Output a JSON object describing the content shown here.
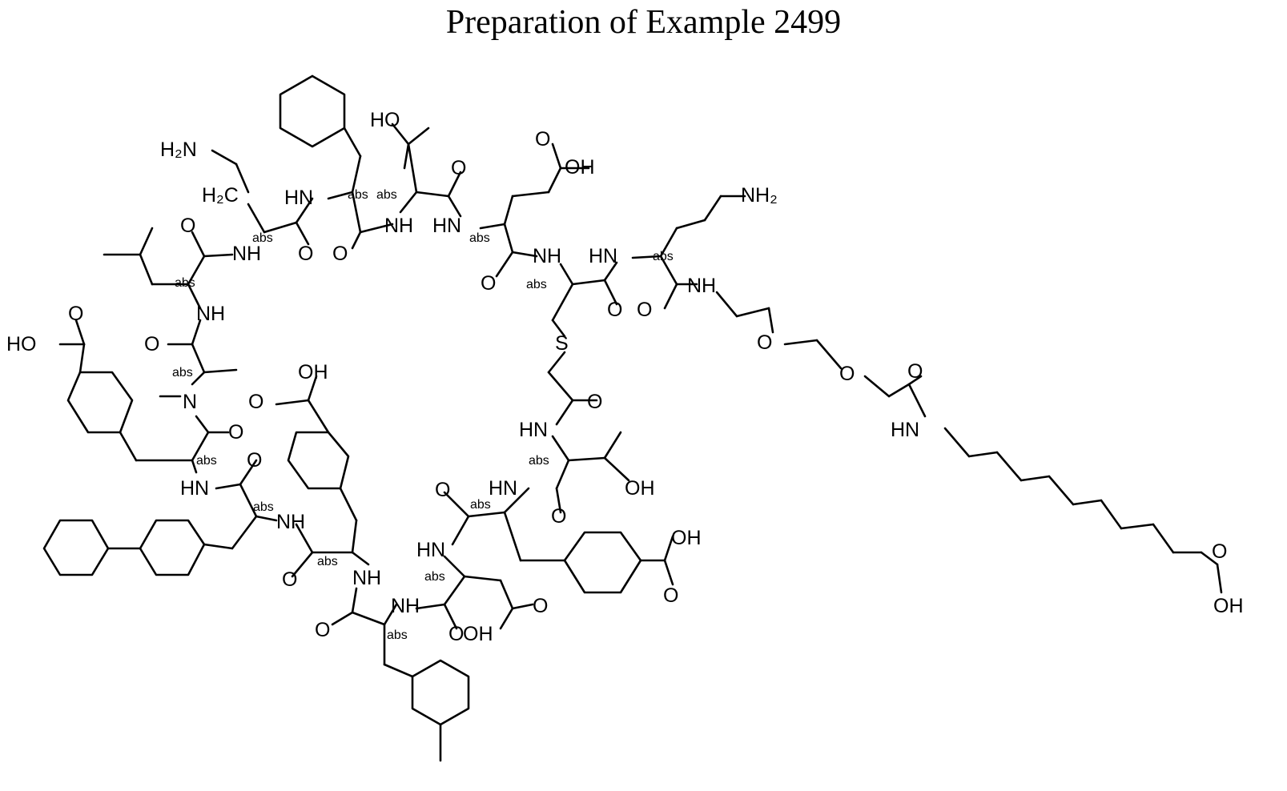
{
  "title": "Preparation of Example 2499",
  "colors": {
    "ink": "#000000",
    "background": "#ffffff"
  },
  "atom_labels": {
    "h2n": "H₂N",
    "h2c": "H₂C",
    "nh2": "NH₂",
    "nh": "NH",
    "hn": "HN",
    "n": "N",
    "o": "O",
    "s": "S",
    "oh": "OH",
    "ho": "HO",
    "coh": "OH"
  },
  "stereo_label": "abs"
}
